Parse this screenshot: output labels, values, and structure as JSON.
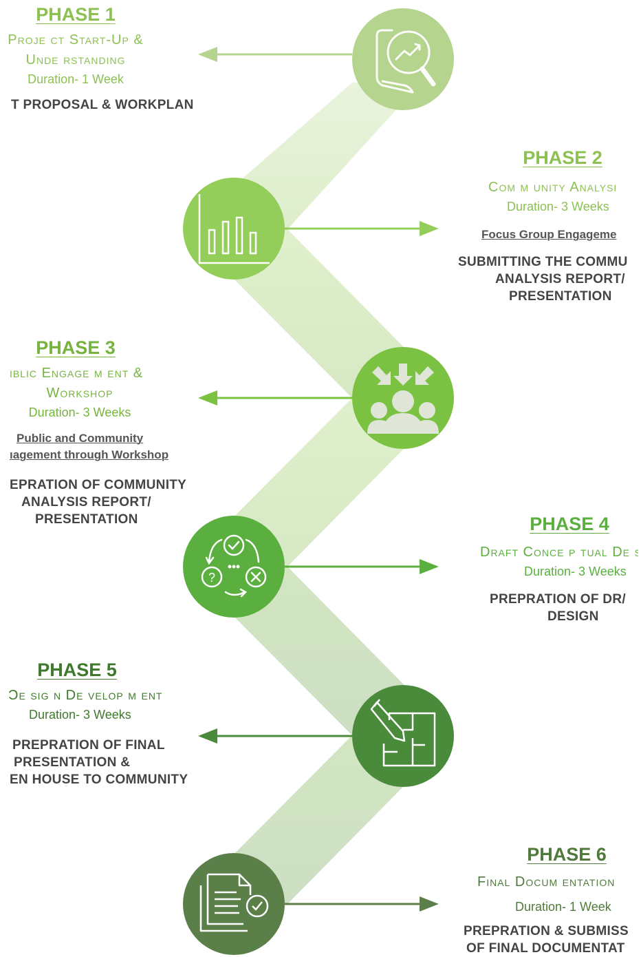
{
  "phases": [
    {
      "title": "PHASE 1",
      "name_lines": [
        "Proje ct Start-Up  &",
        "Unde rstanding"
      ],
      "duration": "Duration- 1 Week",
      "subtitle_lines": [],
      "deliverable_lines": [
        "T PROPOSAL & WORKPLAN"
      ],
      "color": "#b5d48e",
      "icon": "magnifier-chart-icon"
    },
    {
      "title": "PHASE 2",
      "name_lines": [
        "Com m unity Analysi"
      ],
      "duration": "Duration- 3 Weeks",
      "subtitle_lines": [
        "Focus Group Engageme"
      ],
      "deliverable_lines": [
        "SUBMITTING THE COMMU",
        "ANALYSIS REPORT/",
        "PRESENTATION"
      ],
      "color": "#94ce5a",
      "icon": "bar-chart-icon"
    },
    {
      "title": "PHASE 3",
      "name_lines": [
        "ıblic Engage m ent &",
        "Workshop"
      ],
      "duration": "Duration- 3 Weeks",
      "subtitle_lines": [
        "Public and Community",
        "ıagement through Workshop"
      ],
      "deliverable_lines": [
        "EPRATION OF COMMUNITY",
        "ANALYSIS REPORT/",
        "PRESENTATION"
      ],
      "color": "#7cc242",
      "icon": "people-arrows-icon"
    },
    {
      "title": "PHASE 4",
      "name_lines": [
        "Draft Conce p tual De s"
      ],
      "duration": "Duration- 3 Weeks",
      "subtitle_lines": [],
      "deliverable_lines": [
        "PREPRATION OF DR/",
        "DESIGN"
      ],
      "color": "#5aaf3f",
      "icon": "decision-cycle-icon"
    },
    {
      "title": "PHASE 5",
      "name_lines": [
        "Ɔe sig n De velop m ent"
      ],
      "duration": "Duration- 3 Weeks",
      "subtitle_lines": [],
      "deliverable_lines": [
        "PREPRATION OF FINAL",
        "PRESENTATION &",
        "EN HOUSE TO COMMUNITY"
      ],
      "color": "#4a8a3b",
      "icon": "floorplan-pencil-icon"
    },
    {
      "title": "PHASE 6",
      "name_lines": [
        "Final Docum entation"
      ],
      "duration": "Duration- 1 Week",
      "subtitle_lines": [],
      "deliverable_lines": [
        "PREPRATION & SUBMISS",
        "OF FINAL DOCUMENTAT"
      ],
      "color": "#5b7f48",
      "icon": "document-check-icon"
    }
  ],
  "colors": {
    "title_light": "#8cc152",
    "title_mid": "#76b43f",
    "title_dark": "#3f7a2c",
    "band": "#dfeccd"
  }
}
